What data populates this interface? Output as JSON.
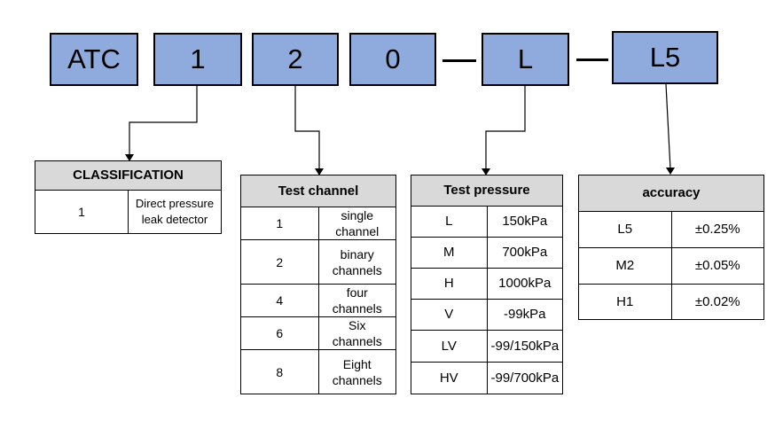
{
  "code": [
    "ATC",
    "1",
    "2",
    "0",
    "L",
    "L5"
  ],
  "classification": {
    "title": "CLASSIFICATION",
    "rows": [
      [
        "1",
        "Direct pressure leak detector"
      ]
    ]
  },
  "test_channel": {
    "title": "Test channel",
    "rows": [
      [
        "1",
        "single channel"
      ],
      [
        "2",
        "binary channels"
      ],
      [
        "4",
        "four channels"
      ],
      [
        "6",
        "Six channels"
      ],
      [
        "8",
        "Eight channels"
      ]
    ]
  },
  "test_pressure": {
    "title": "Test pressure",
    "rows": [
      [
        "L",
        "150kPa"
      ],
      [
        "M",
        "700kPa"
      ],
      [
        "H",
        "1000kPa"
      ],
      [
        "V",
        "-99kPa"
      ],
      [
        "LV",
        "-99/150kPa"
      ],
      [
        "HV",
        "-99/700kPa"
      ]
    ]
  },
  "accuracy": {
    "title": "accuracy",
    "rows": [
      [
        "L5",
        "±0.25%"
      ],
      [
        "M2",
        "±0.05%"
      ],
      [
        "H1",
        "±0.02%"
      ]
    ]
  }
}
